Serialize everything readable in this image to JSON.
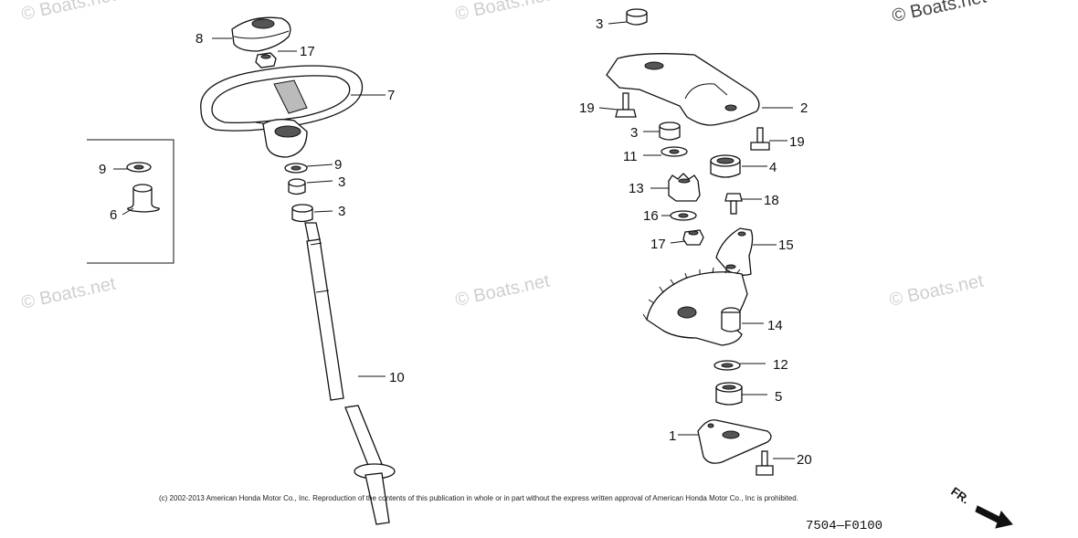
{
  "watermarks": [
    "© Boats.net",
    "© Boats.net",
    "© Boats.net",
    "© Boats.net",
    "© Boats.net",
    "© Boats.net"
  ],
  "callouts": {
    "c8": "8",
    "c17a": "17",
    "c7": "7",
    "c9a": "9",
    "c6": "6",
    "c9b": "9",
    "c3a": "3",
    "c3b": "3",
    "c10": "10",
    "c3c": "3",
    "c2": "2",
    "c19a": "19",
    "c3d": "3",
    "c19b": "19",
    "c11": "11",
    "c4": "4",
    "c13": "13",
    "c18": "18",
    "c16": "16",
    "c17b": "17",
    "c15": "15",
    "c14": "14",
    "c12": "12",
    "c5": "5",
    "c1": "1",
    "c20": "20"
  },
  "copyright": "(c) 2002-2013 American Honda Motor Co., Inc. Reproduction of the contents of this publication in whole or in part without the express written approval of American Honda Motor Co., Inc is prohibited.",
  "diagram_code": "7504—F0100",
  "direction_label": "FR."
}
